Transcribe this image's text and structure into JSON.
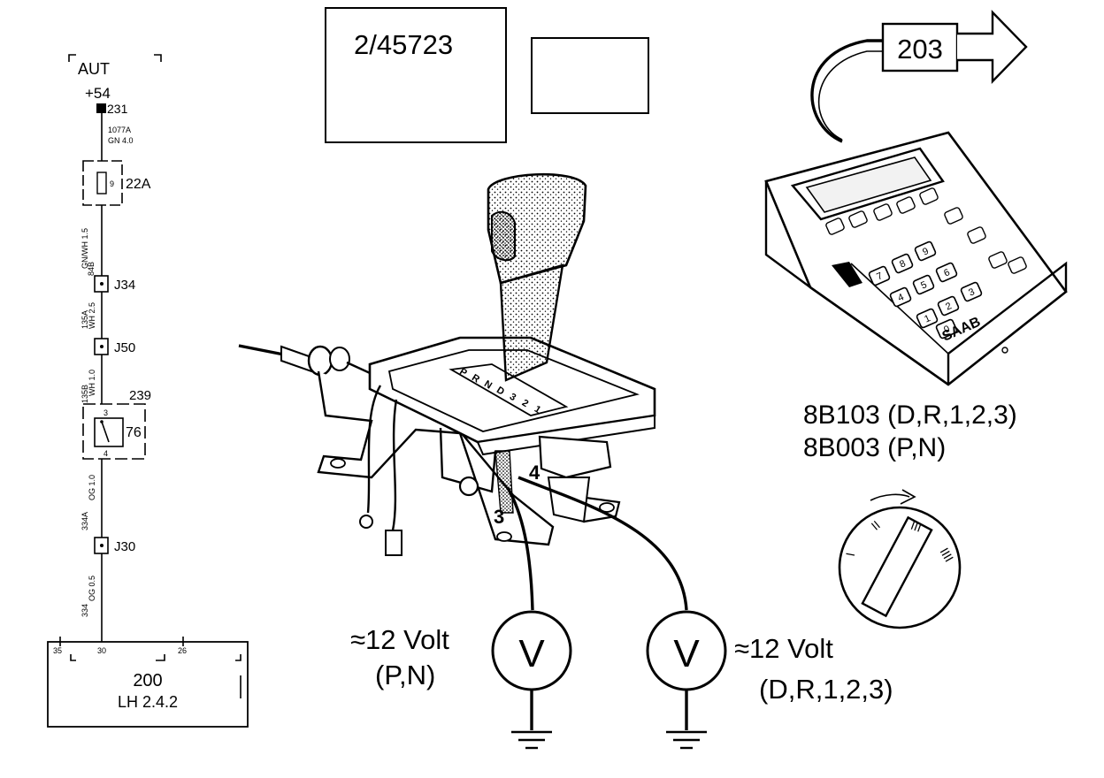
{
  "schematic": {
    "aut_label": "AUT",
    "supply": "+54",
    "connector_231": "231",
    "wire_1077a": "1077A",
    "wire_1077a_spec": "GN 4.0",
    "fuse_number": "9",
    "fuse_box": "22A",
    "wire_84b": "84B",
    "wire_84b_spec": "GN/WH 1.5",
    "junction_j34": "J34",
    "wire_135a": "135A",
    "wire_135a_spec": "WH 2.5",
    "junction_j50": "J50",
    "wire_135b": "135B",
    "wire_135b_spec": "WH 1.0",
    "relay_id": "239",
    "relay_number": "76",
    "relay_pin_top": "3",
    "relay_pin_bottom": "4",
    "wire_334a": "334A",
    "wire_334a_spec": "OG 1.0",
    "junction_j30": "J30",
    "wire_334": "334",
    "wire_334_spec": "OG 0.5",
    "ecu_pin_35": "35",
    "ecu_pin_30": "30",
    "ecu_pin_26": "26",
    "ecu_number": "200",
    "ecu_name": "LH 2.4.2"
  },
  "reference_code": "2/45723",
  "tester": {
    "step_number": "203",
    "brand": "SAAB",
    "code_drive": "8B103 (D,R,1,2,3)",
    "code_park": "8B003 (P,N)",
    "keypad": [
      "1",
      "2",
      "3",
      "4",
      "5",
      "6",
      "7",
      "8",
      "9",
      "0"
    ],
    "ignition_positions": [
      "I",
      "II",
      "III",
      "IIII"
    ]
  },
  "selector": {
    "terminal_4": "4",
    "terminal_3": "3",
    "gate_letters": [
      "P",
      "R",
      "N",
      "D",
      "3",
      "2",
      "1"
    ]
  },
  "meters": {
    "left_symbol": "V",
    "left_reading": "≈12 Volt",
    "left_condition": "(P,N)",
    "right_symbol": "V",
    "right_reading": "≈12 Volt",
    "right_condition": "(D,R,1,2,3)"
  }
}
